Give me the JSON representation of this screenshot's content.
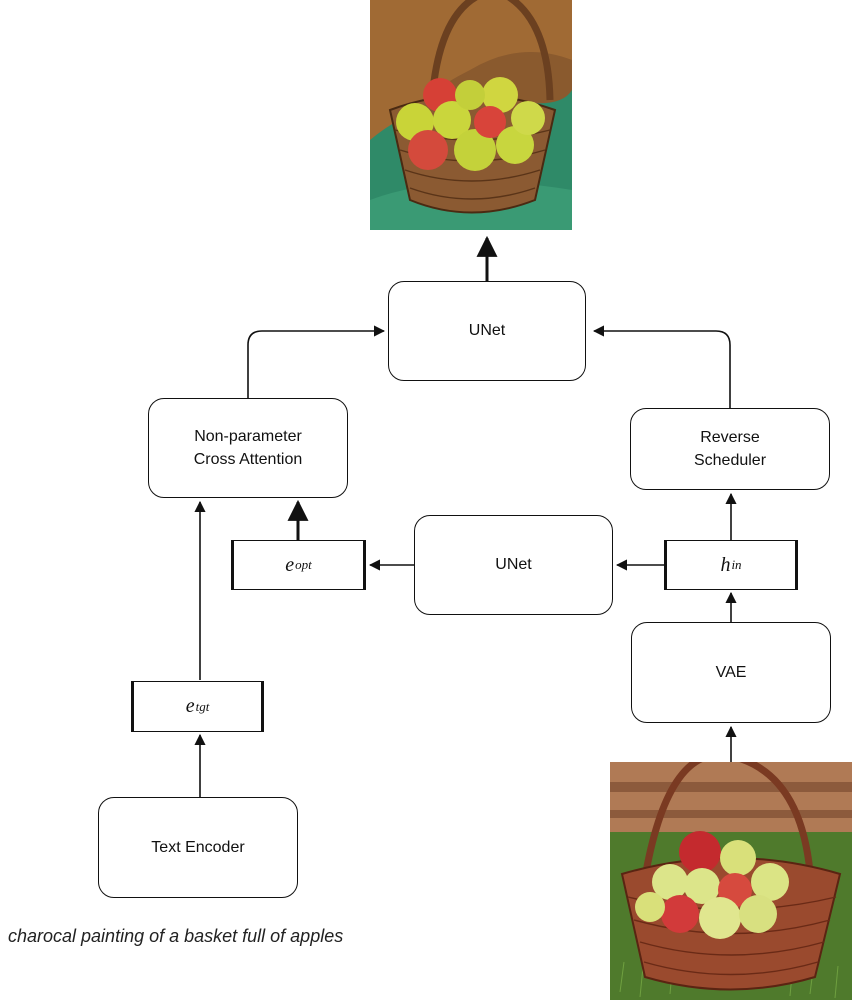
{
  "nodes": {
    "unet_top": "UNet",
    "cross_attention_line1": "Non-parameter",
    "cross_attention_line2": "Cross Attention",
    "reverse_scheduler_line1": "Reverse",
    "reverse_scheduler_line2": "Scheduler",
    "unet_middle": "UNet",
    "vae": "VAE",
    "text_encoder": "Text Encoder"
  },
  "variables": {
    "e_opt": {
      "base": "e",
      "sub": "opt"
    },
    "e_tgt": {
      "base": "e",
      "sub": "tgt"
    },
    "h_in": {
      "base": "h",
      "sub": "in"
    }
  },
  "images": {
    "output": "painting-of-apples-in-basket",
    "input": "photo-of-apples-in-basket"
  },
  "caption": "charocal painting of a basket full of apples",
  "colors": {
    "stroke": "#111111",
    "background": "#ffffff"
  }
}
